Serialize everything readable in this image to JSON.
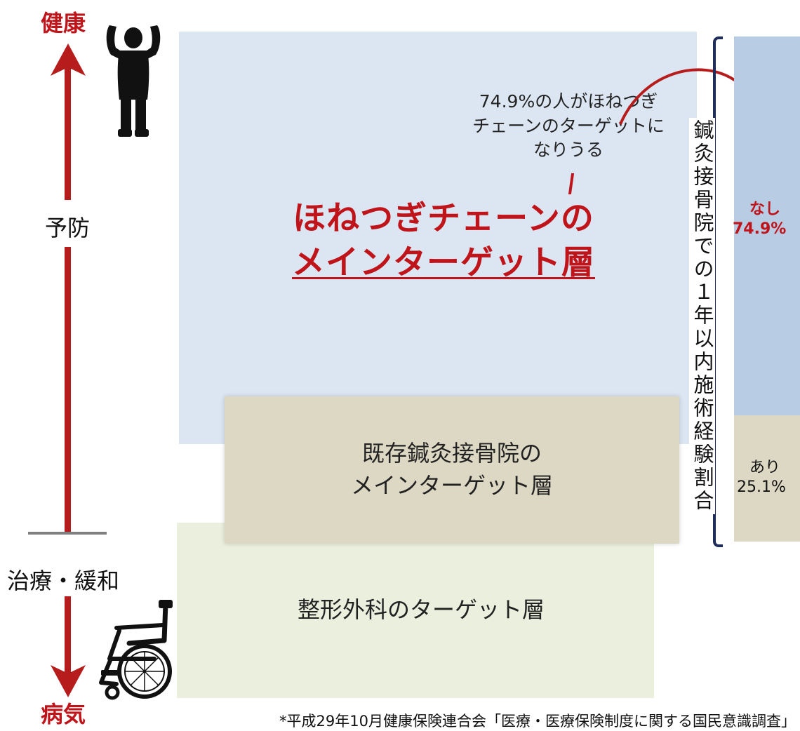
{
  "axis": {
    "top_label": "健康",
    "mid_label": "予防",
    "treatment_label": "治療・緩和",
    "bottom_label": "病気"
  },
  "layers": {
    "main_target_title_line1": "ほねつぎチェーンの",
    "main_target_title_line2": "メインターゲット層",
    "callout_line1": "74.9%の人がほねつぎ",
    "callout_line2": "チェーンのターゲットに",
    "callout_line3": "なりうる",
    "existing_line1": "既存鍼灸接骨院の",
    "existing_line2": "メインターゲット層",
    "orthopedic": "整形外科のターゲット層"
  },
  "bar": {
    "vertical_title": "鍼灸接骨院での１年以内施術経験割合",
    "none_label": "なし",
    "none_value": "74.9%",
    "yes_label": "あり",
    "yes_value": "25.1%"
  },
  "chart_data": {
    "type": "bar",
    "title": "鍼灸接骨院での１年以内施術経験割合",
    "categories": [
      "なし",
      "あり"
    ],
    "values": [
      74.9,
      25.1
    ],
    "unit": "%"
  },
  "footnote": "*平成29年10月健康保険連合会「医療・医療保険制度に関する国民意識調査」",
  "colors": {
    "accent_red": "#c0141b",
    "blue_layer": "#dce6f2",
    "beige_layer": "#ddd8c4",
    "green_layer": "#ebf0de",
    "bar_blue": "#b8cce4",
    "bracket_navy": "#1f2d5a"
  },
  "icons": [
    "healthy-person-silhouette-icon",
    "wheelchair-icon"
  ]
}
